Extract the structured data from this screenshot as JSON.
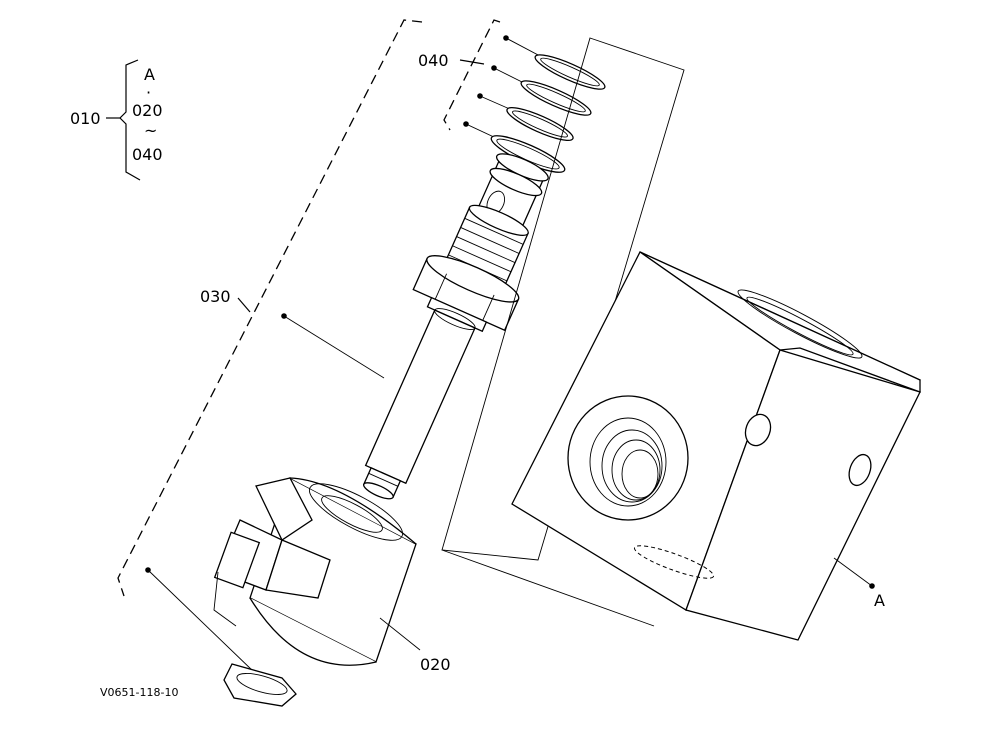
{
  "diagram": {
    "drawing_code": "V0651-118-10",
    "labels": {
      "assembly": "010",
      "coil": "020",
      "valve_cartridge": "030",
      "o_rings": "040",
      "block_a": "A"
    },
    "bracket_text": {
      "line1": "A",
      "sep1": "·",
      "line2": "020",
      "sep2": "~",
      "line3": "040"
    }
  }
}
